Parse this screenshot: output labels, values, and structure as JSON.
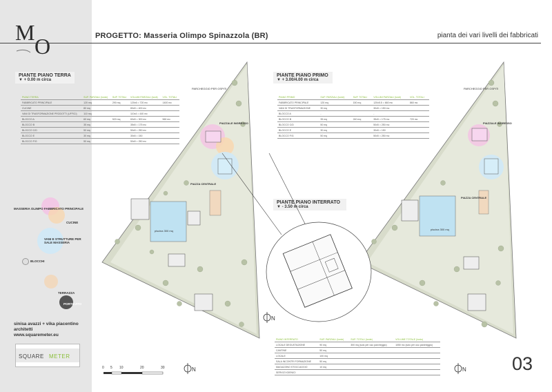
{
  "header": {
    "project_prefix": "PROGETTO:",
    "project_name": "Masseria Olimpo Spinazzola (BR)",
    "page_title": "pianta dei vari livelli dei fabbricati"
  },
  "logo": {
    "letters": "MO"
  },
  "legend": {
    "items": [
      {
        "label": "MASSERIA OLIMPO FABBRICATO PRINCIPALE",
        "color": "#f3c4e4"
      },
      {
        "label": "CUCINE",
        "color": "#f8d7b0"
      },
      {
        "label": "VANI E STRUTTURE PER SALE MASSERIA",
        "color": "#cfe9f7"
      },
      {
        "label": "BLOCCHI",
        "color": "#e0e0e0"
      },
      {
        "label": "TERRAZZA",
        "color": "#f1d9bf"
      },
      {
        "label": "PORTICATO",
        "color": "#555555"
      }
    ]
  },
  "credits": {
    "line1": "sinisa avazzi + vika piacentino",
    "line2": "architetti",
    "line3": "www.squaremeter.eu"
  },
  "brand": {
    "part1": "SQUARE",
    "part2": "METER",
    "accent": "#8bbf3b"
  },
  "ground_floor": {
    "title": "PIANTE PIANO TERRA",
    "level": "▼ + 0.00 m circa",
    "table": {
      "headers": [
        "PIANO TERRA",
        "SUP. PARZIALI (lorde)",
        "SUP. TOTALI",
        "VOLUMI PARZIALI (lordi)",
        "VOL. TOTALI"
      ],
      "rows": [
        [
          "FABBRICATO PRINCIPALE",
          "120 mq",
          "290 mq",
          "120x6 = 720 mc",
          "1400 mc"
        ],
        [
          "CUCINE",
          "80 mq",
          "",
          "80x5 = 400 mc",
          ""
        ],
        [
          "VANI DI TRASFORMAZIONE PRODOTTI (UFFICI)",
          "110 mq",
          "",
          "110x4 = 440 mc",
          ""
        ],
        [
          "BLOCCO A",
          "60 mq",
          "520 mq",
          "60x5 = 300 mc",
          "560 mc"
        ],
        [
          "BLOCCO B",
          "35 mq",
          "",
          "35x5 = 175 mc",
          ""
        ],
        [
          "BLOCCO C/D",
          "50 mq",
          "",
          "50x5 = 250 mc",
          ""
        ],
        [
          "BLOCCO E",
          "30 mq",
          "",
          "30x5 = 150",
          ""
        ],
        [
          "BLOCCO F/G",
          "50 mq",
          "",
          "50x5 = 250 mc",
          ""
        ]
      ]
    },
    "labels": {
      "parcheggio": "PARCHEGGIO PER OSPITI",
      "piazzale": "PIAZZALE INGRESSO",
      "piazza": "PIAZZA CENTRALE",
      "piscina": "piscina 300 mq"
    }
  },
  "first_floor": {
    "title": "PIANTE PIANO PRIMO",
    "level": "▼ + 3.00/4.00 m circa",
    "table": {
      "headers": [
        "PIANO PRIMO",
        "SUP. PARZIALI (lorde)",
        "SUP. TOTALI",
        "VOLUMI PARZIALI (lordi)",
        "VOL. TOTALI"
      ],
      "rows": [
        [
          "FABBRICATO PRINCIPALE",
          "120 mq",
          "150 mq",
          "120x5.5 = 660 mc",
          "860 mc"
        ],
        [
          "VANI DI TRASFORMAZIONE",
          "30 mq",
          "",
          "30x5 = 150 mc",
          ""
        ],
        [
          "BLOCCO A",
          "-",
          "",
          "-",
          ""
        ],
        [
          "BLOCCO B",
          "35 mq",
          "240 mq",
          "35x5 = 175 mc",
          "720 mc"
        ],
        [
          "BLOCCO C/D",
          "50 mq",
          "",
          "50x5 = 250 mc",
          ""
        ],
        [
          "BLOCCO E",
          "30 mq",
          "",
          "30x5 = 150",
          ""
        ],
        [
          "BLOCCO F/G",
          "50 mq",
          "",
          "50x5 = 250 mc",
          ""
        ]
      ]
    },
    "labels": {
      "parcheggio": "PARCHEGGIO PER OSPITI",
      "piazzale": "PIAZZALE INGRESSO",
      "piazza": "PIAZZA CENTRALE",
      "piscina": "piscina 300 mq"
    }
  },
  "basement": {
    "title": "PIANTE PIANO INTERRATO",
    "level": "▼ - 3.50 m circa",
    "table": {
      "headers": [
        "PIANO INTERRATO",
        "SUP. PARZIALI (lorde)",
        "SUP. TOTALI (lorde)",
        "VOLUME TOTALE (lordo)"
      ],
      "rows": [
        [
          "LOCALE DEGUSTAZIONE",
          "90 mq",
          "300 mq (solo per uso parcheggio)",
          "1050 mc (solo per uso parcheggio)"
        ],
        [
          "CANTINE",
          "50 mq",
          "",
          ""
        ],
        [
          "LOCALE",
          "100 mq",
          "",
          ""
        ],
        [
          "SALA INCONTRI FORMAZIONE",
          "50 mq",
          "",
          ""
        ],
        [
          "MAGAZZINO STOCCAGGIO",
          "10 mq",
          "",
          ""
        ],
        [
          "SERVIZI IGIENICI",
          "",
          "",
          ""
        ]
      ]
    }
  },
  "scale_bar": {
    "ticks": [
      "0",
      "5",
      "10",
      "20",
      "30"
    ]
  },
  "page_number": "03"
}
